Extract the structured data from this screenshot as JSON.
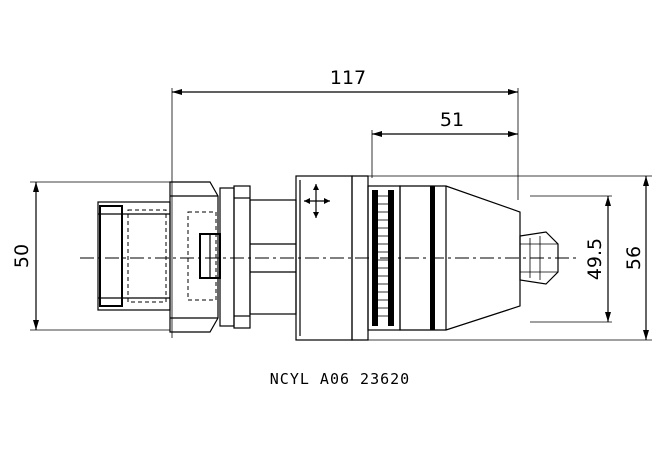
{
  "drawing": {
    "dimensions": {
      "overall_length": "117",
      "head_length": "51",
      "body_height": "50",
      "head_inner_height": "49.5",
      "head_outer_height": "56"
    },
    "caption": "NCYL  A06 23620"
  }
}
